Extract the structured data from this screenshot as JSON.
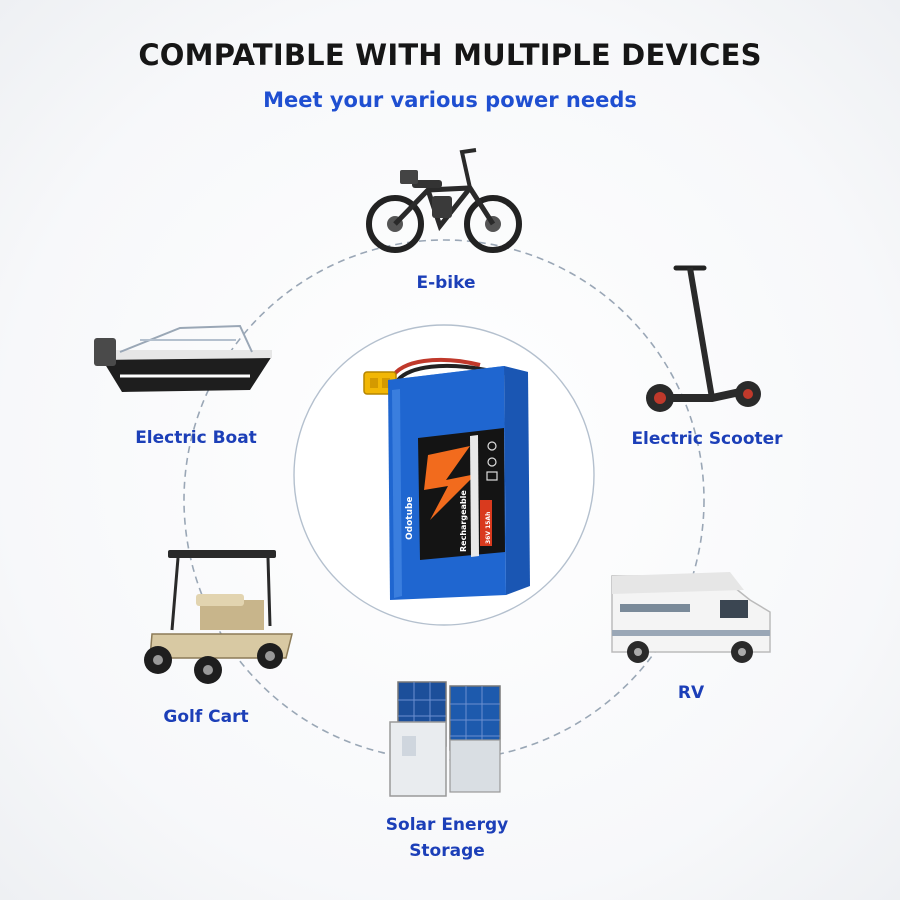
{
  "header": {
    "title": "COMPATIBLE WITH MULTIPLE DEVICES",
    "subtitle": "Meet your various power needs"
  },
  "devices": [
    {
      "label": "E-bike"
    },
    {
      "label": "Electric Scooter"
    },
    {
      "label": "RV"
    },
    {
      "label": "Solar Energy",
      "label2": "Storage"
    },
    {
      "label": "Golf Cart"
    },
    {
      "label": "Electric Boat"
    }
  ],
  "battery": {
    "brand": "Odotube",
    "badge": "Rechargeable",
    "spec": "36V 15Ah"
  },
  "colors": {
    "title": "#161616",
    "accent": "#1f4fd1",
    "battery_blue": "#1f66d0",
    "ring": "#9aa7b6"
  }
}
